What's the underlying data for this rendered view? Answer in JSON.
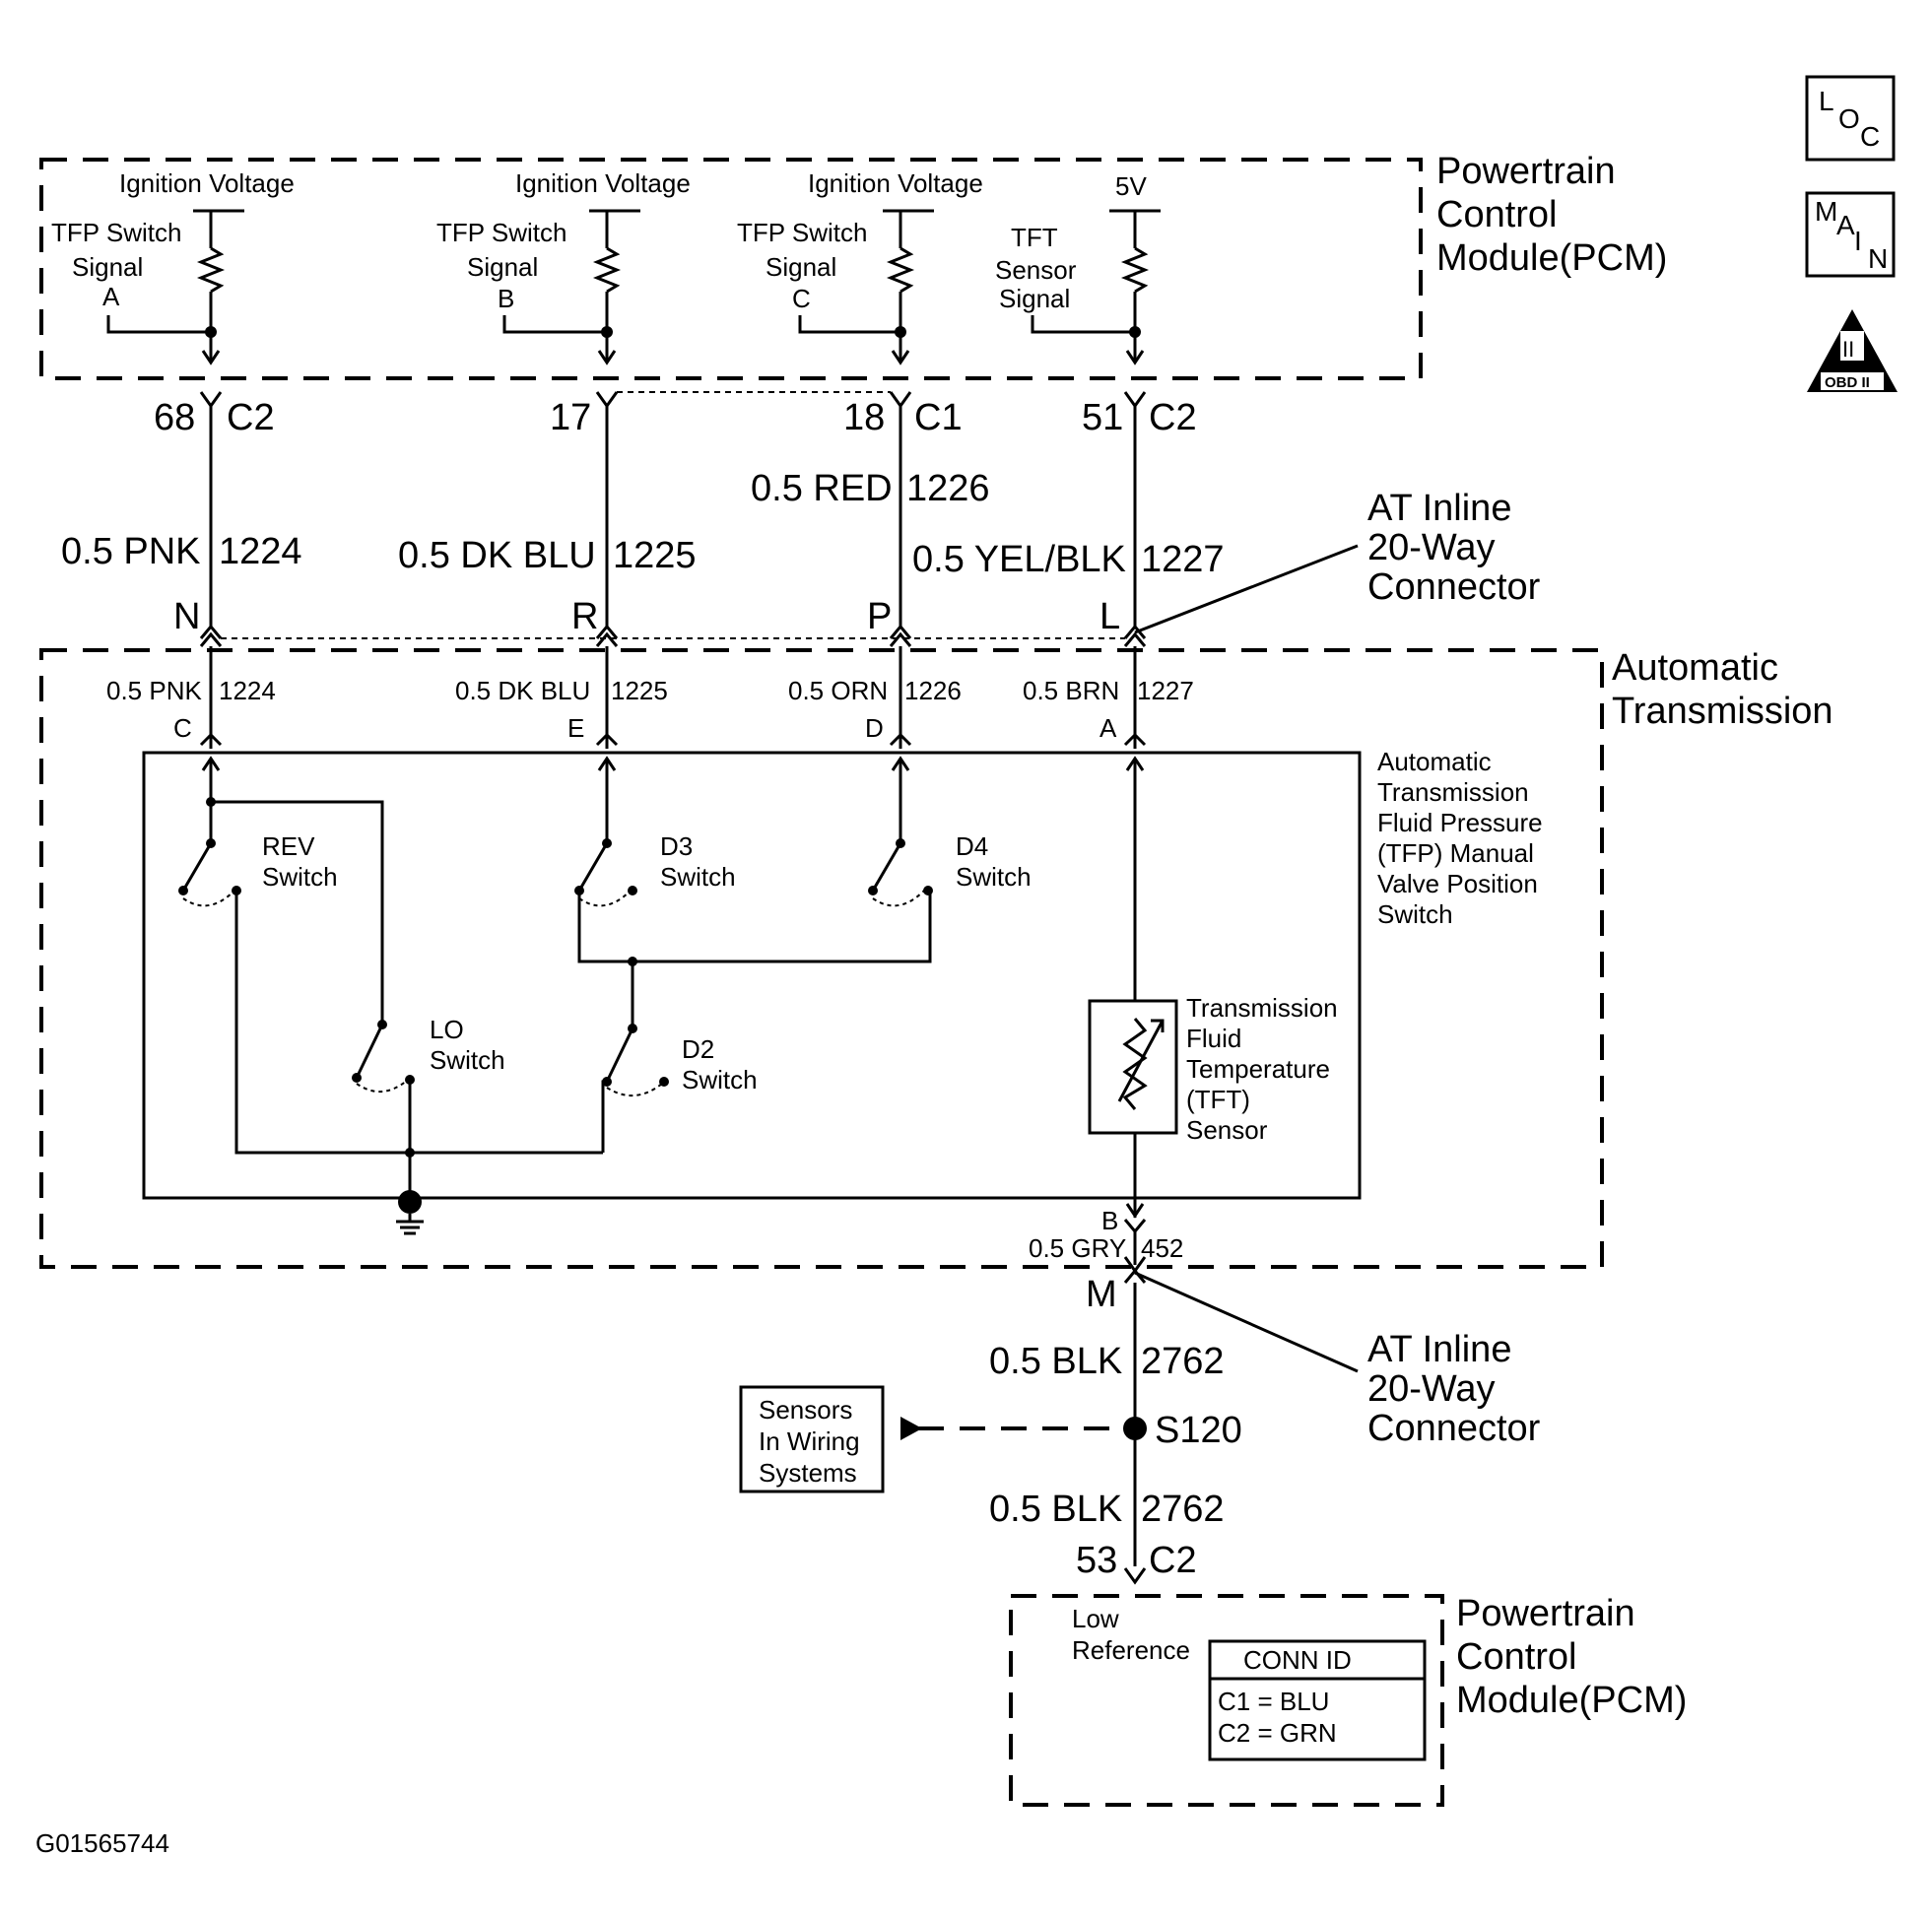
{
  "icons": {
    "loc": {
      "l1": "L",
      "l2": "O",
      "l3": "C"
    },
    "main": {
      "l1": "M",
      "l2": "A",
      "l3": "I",
      "l4": "N"
    },
    "obd": {
      "label": "OBD II",
      "numeral": "II"
    }
  },
  "pcm_top": {
    "title": [
      "Powertrain",
      "Control",
      "Module(PCM)"
    ],
    "ignition_voltage": "Ignition Voltage",
    "five_v": "5V",
    "sig_a": [
      "TFP Switch",
      "Signal",
      "A"
    ],
    "sig_b": [
      "TFP Switch",
      "Signal",
      "B"
    ],
    "sig_c": [
      "TFP Switch",
      "Signal",
      "C"
    ],
    "sig_tft": [
      "TFT",
      "Sensor",
      "Signal"
    ]
  },
  "pcm_pins": {
    "p1": {
      "pin": "68",
      "conn": "C2"
    },
    "p2": {
      "pin": "17"
    },
    "p3": {
      "pin": "18",
      "conn": "C1"
    },
    "p4": {
      "pin": "51",
      "conn": "C2"
    }
  },
  "wires_upper": {
    "w1": {
      "gauge": "0.5 PNK",
      "circuit": "1224"
    },
    "w2": {
      "gauge": "0.5 DK BLU",
      "circuit": "1225"
    },
    "w3": {
      "gauge": "0.5 RED",
      "circuit": "1226"
    },
    "w4": {
      "gauge": "0.5 YEL/BLK",
      "circuit": "1227"
    }
  },
  "inline_top": {
    "pins": [
      "N",
      "R",
      "P",
      "L"
    ],
    "label": [
      "AT Inline",
      "20-Way",
      "Connector"
    ]
  },
  "transmission": {
    "title": [
      "Automatic",
      "Transmission"
    ],
    "wires": [
      {
        "gauge": "0.5 PNK",
        "circuit": "1224",
        "pin": "C"
      },
      {
        "gauge": "0.5 DK BLU",
        "circuit": "1225",
        "pin": "E"
      },
      {
        "gauge": "0.5 ORN",
        "circuit": "1226",
        "pin": "D"
      },
      {
        "gauge": "0.5 BRN",
        "circuit": "1227",
        "pin": "A"
      }
    ],
    "switch_title": [
      "Automatic",
      "Transmission",
      "Fluid Pressure",
      "(TFP) Manual",
      "Valve Position",
      "Switch"
    ],
    "rev": [
      "REV",
      "Switch"
    ],
    "d3": [
      "D3",
      "Switch"
    ],
    "d4": [
      "D4",
      "Switch"
    ],
    "lo": [
      "LO",
      "Switch"
    ],
    "d2": [
      "D2",
      "Switch"
    ],
    "tft": [
      "Transmission",
      "Fluid",
      "Temperature",
      "(TFT)",
      "Sensor"
    ],
    "bottom_pin": "B",
    "bottom_wire": {
      "gauge": "0.5 GRY",
      "circuit": "452"
    }
  },
  "inline_bottom": {
    "pin": "M",
    "label": [
      "AT Inline",
      "20-Way",
      "Connector"
    ]
  },
  "lower": {
    "w1": {
      "gauge": "0.5 BLK",
      "circuit": "2762"
    },
    "splice": "S120",
    "sensors_box": [
      "Sensors",
      "In Wiring",
      "Systems"
    ],
    "w2": {
      "gauge": "0.5 BLK",
      "circuit": "2762"
    },
    "pin": {
      "pin": "53",
      "conn": "C2"
    }
  },
  "pcm_bottom": {
    "title": [
      "Powertrain",
      "Control",
      "Module(PCM)"
    ],
    "low_ref": [
      "Low",
      "Reference"
    ],
    "conn_id": {
      "title": "CONN ID",
      "rows": [
        "C1 = BLU",
        "C2 = GRN"
      ]
    }
  },
  "figure_id": "G01565744"
}
